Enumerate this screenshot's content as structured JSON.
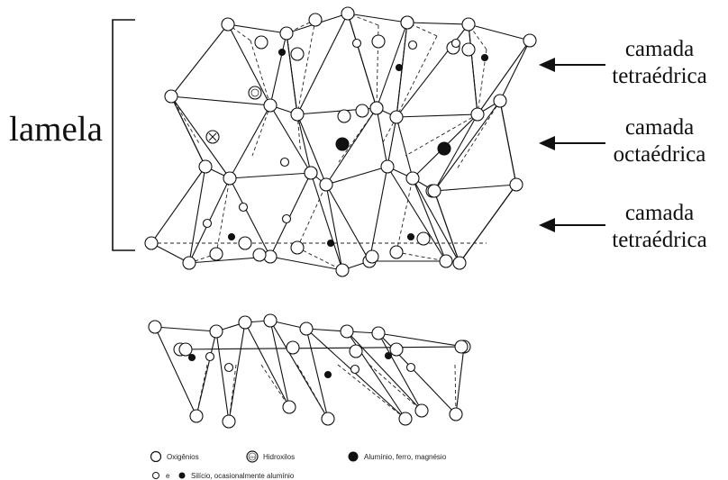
{
  "lamela_label": "lamela",
  "layers": [
    {
      "line1": "camada",
      "line2": "tetraédrica"
    },
    {
      "line1": "camada",
      "line2": "octaédrica"
    },
    {
      "line1": "camada",
      "line2": "tetraédrica"
    }
  ],
  "legend": {
    "oxygen": "Oxigênios",
    "oh_symbol": "OH",
    "hydroxyl": "Hidroxilos",
    "octahedral_cations": "Alumínio, ferro, magnésio",
    "and_word": "e",
    "tetrahedral_cations": "Silício, ocasionalmente alumínio"
  },
  "colors": {
    "ink": "#111111",
    "background": "#ffffff"
  }
}
